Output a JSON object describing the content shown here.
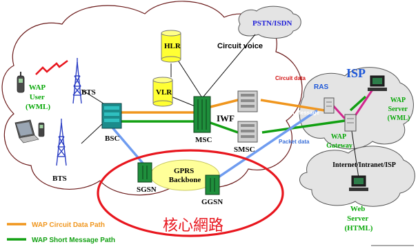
{
  "colors": {
    "circuit_path": "#f0961e",
    "short_message_path": "#12a012",
    "packet_path": "#6f9cf0",
    "wap_link": "#d2278f",
    "core_ring": "#e8161e",
    "wap_text": "#08a808",
    "isp_text": "#1c56d8",
    "red_text": "#d21010",
    "pstn_text": "#2020d8",
    "cloud_fill": "#e4e4e4",
    "yellow": "#ffff33",
    "bts_blue": "#2c3fc4"
  },
  "nodes": {
    "wap_user": "WAP\nUser\n(WML)",
    "bts_top": "BTS",
    "bts_bottom": "BTS",
    "bsc": "BSC",
    "msc": "MSC",
    "hlr": "HLR",
    "vlr": "VLR",
    "iwf": "IWF",
    "smsc": "SMSC",
    "sgsn": "SGSN",
    "ggsn": "GGSN",
    "gprs_backbone": "GPRS\nBackbone",
    "pstn": "PSTN/ISDN",
    "ras": "RAS",
    "isp": "ISP",
    "wap_server": "WAP\nServer\n(WML)",
    "wap_gateway": "WAP\nGateway",
    "web_server": "Web\nServer\n(HTML)",
    "internet_label": "Internet/Intranet/ISP"
  },
  "link_labels": {
    "circuit_voice": "Circuit voice",
    "circuit_data": "Circuit data",
    "short_message": "Short Message",
    "packet_data": "Packet  data"
  },
  "core_label": "核心網路",
  "legend": [
    {
      "label": "WAP Circuit Data Path",
      "color": "#f0961e"
    },
    {
      "label": "WAP Short Message Path",
      "color": "#12a012"
    }
  ]
}
